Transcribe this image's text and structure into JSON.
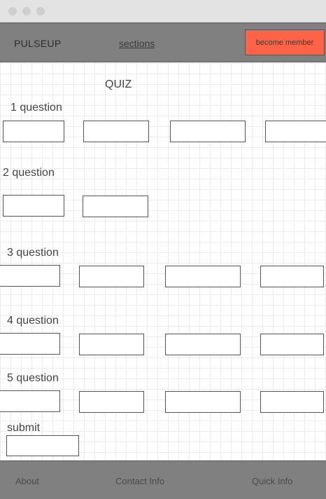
{
  "header": {
    "brand": "PULSEUP",
    "nav_link": "sections",
    "cta_label": "become member"
  },
  "main": {
    "title": "QUIZ",
    "questions": [
      {
        "label": "1 question"
      },
      {
        "label": "2 question"
      },
      {
        "label": "3 question"
      },
      {
        "label": "4 question"
      },
      {
        "label": "5 question"
      }
    ],
    "submit_label": "submit"
  },
  "footer": {
    "links": [
      "About",
      "Contact Info",
      "Quick Info"
    ]
  },
  "colors": {
    "header_bg": "#808080",
    "cta_bg": "#ff6347",
    "footer_bg": "#808080"
  }
}
